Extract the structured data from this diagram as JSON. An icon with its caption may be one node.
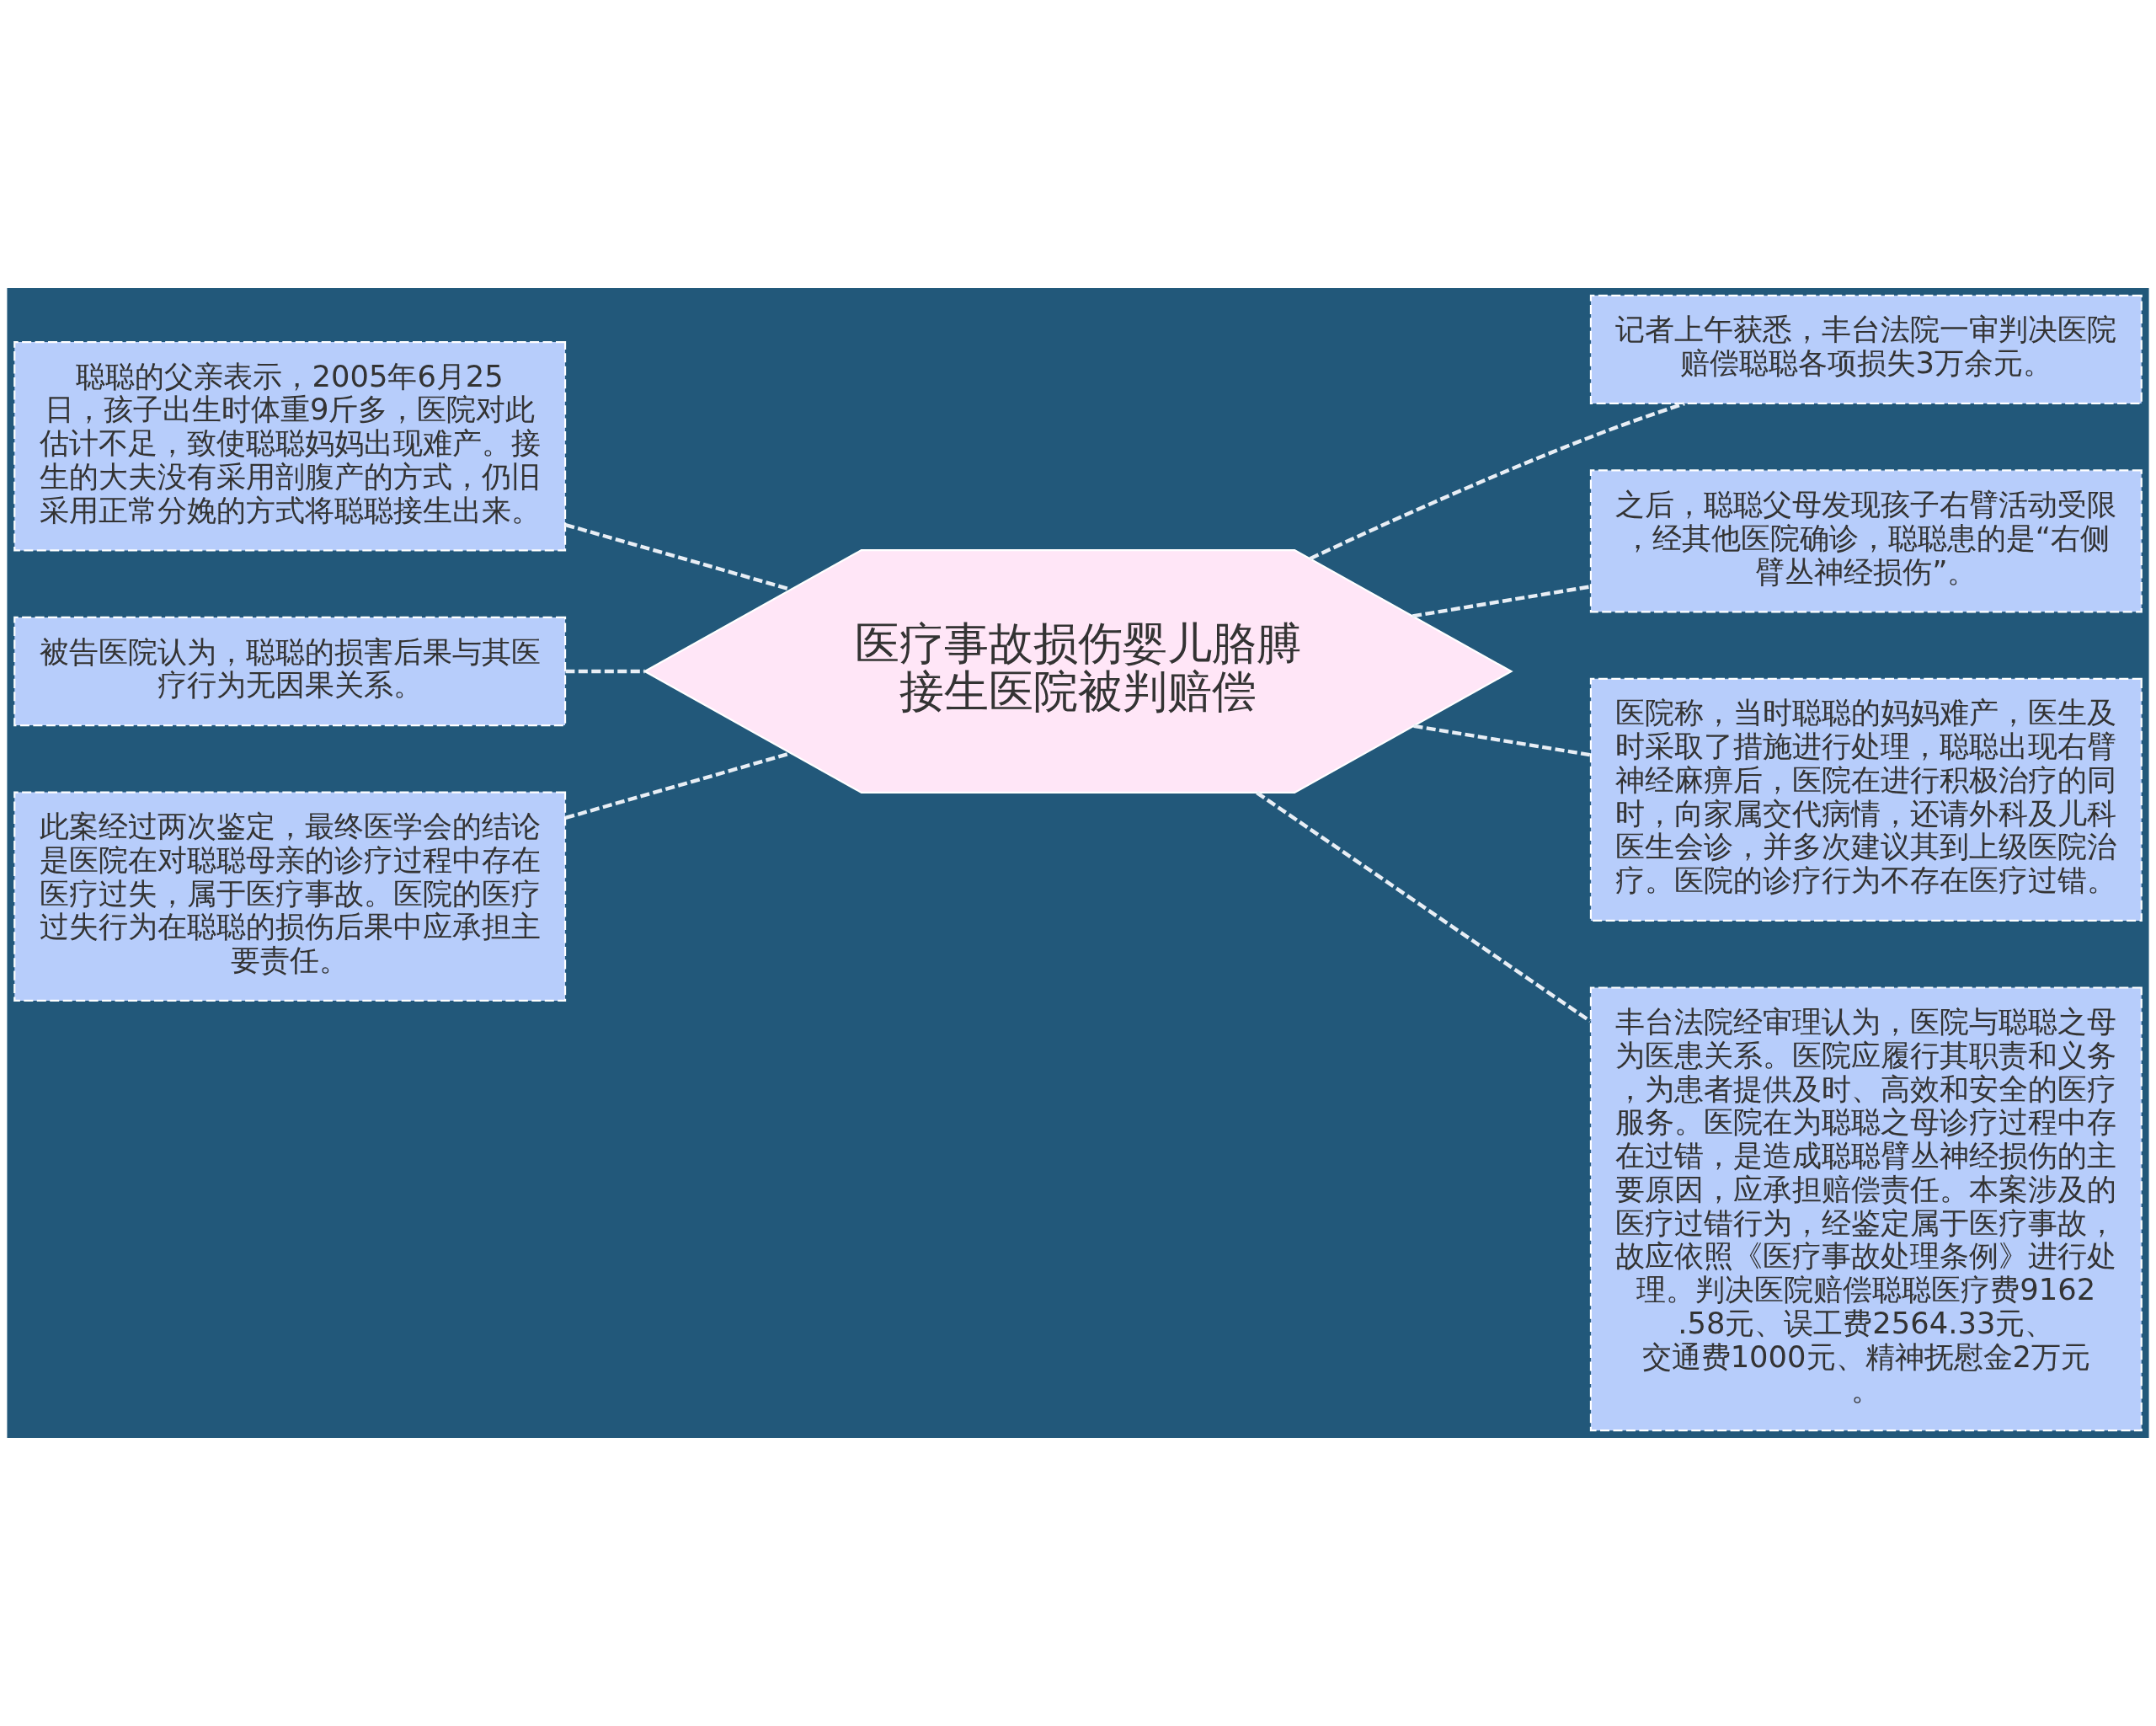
{
  "diagram": {
    "nodes": [
      {
        "text": [
          "医疗事故损伤婴儿胳膊接生医院被判赔偿"
        ]
      },
      {
        "text": [
          "聪聪的父亲表示，2005年6月25日，孩子出生时体重9斤多，医院对此估计不足，致使聪聪妈妈出现难产。接生的大夫没有采用剖腹产的方式，仍旧采用正常分娩的方式将聪聪接生出来。"
        ]
      },
      {
        "text": [
          "被告医院认为，聪聪的损害后果与其医疗行为无因果关系。"
        ]
      },
      {
        "text": [
          "此案经过两次鉴定，最终医学会的结论是医院在对聪聪母亲的诊疗过程中存在医疗过失，属于医疗事故。医院的医疗过失行为在聪聪的损伤后果中应承担主要责任。"
        ]
      },
      {
        "text": [
          "记者上午获悉，丰台法院一审判决医院赔偿聪聪各项损失3万余元。"
        ]
      },
      {
        "text": [
          "之后，聪聪父母发现孩子右臂活动受限，经其他医院确诊，聪聪患的是“右侧臂丛神经损伤”。"
        ]
      },
      {
        "text": [
          "医院称，当时聪聪的妈妈难产，医生及时采取了措施进行处理，聪聪出现右臂神经麻痹后，医院在进行积极治疗的同时，向家属交代病情，还请外科及儿科医生会诊，并多次建议其到上级医院治疗。医院的诊疗行为不存在医疗过错。"
        ]
      },
      {
        "text": [
          "丰台法院经审理认为，医院与聪聪之母为医患关系。医院应履行其职责和义务，为患者提供及时、高效和安全的医疗服务。医院在为聪聪之母诊疗过程中存在过错，是造成聪聪臂丛神经损伤的主要原因，应承担赔偿责任。本案涉及的医疗过错行为，经鉴定属于医疗事故，故应依照《医疗事故处理条例》进行处理。判决医院赔偿聪聪医疗费9162.58元、误工费2564.33元、交通费1000元、精神抚慰金2万元。"
        ]
      }
    ],
    "edges": [
      {
        "from": 0,
        "to": 1,
        "arrow": "none",
        "style": "dashed"
      },
      {
        "from": 0,
        "to": 2,
        "arrow": "none",
        "style": "dashed"
      },
      {
        "from": 0,
        "to": 3,
        "arrow": "none",
        "style": "dashed"
      },
      {
        "from": 0,
        "to": 4,
        "arrow": "none",
        "style": "dashed"
      },
      {
        "from": 0,
        "to": 5,
        "arrow": "none",
        "style": "dashed"
      },
      {
        "from": 0,
        "to": 6,
        "arrow": "none",
        "style": "dashed"
      },
      {
        "from": 0,
        "to": 7,
        "arrow": "none",
        "style": "dashed"
      }
    ]
  }
}
